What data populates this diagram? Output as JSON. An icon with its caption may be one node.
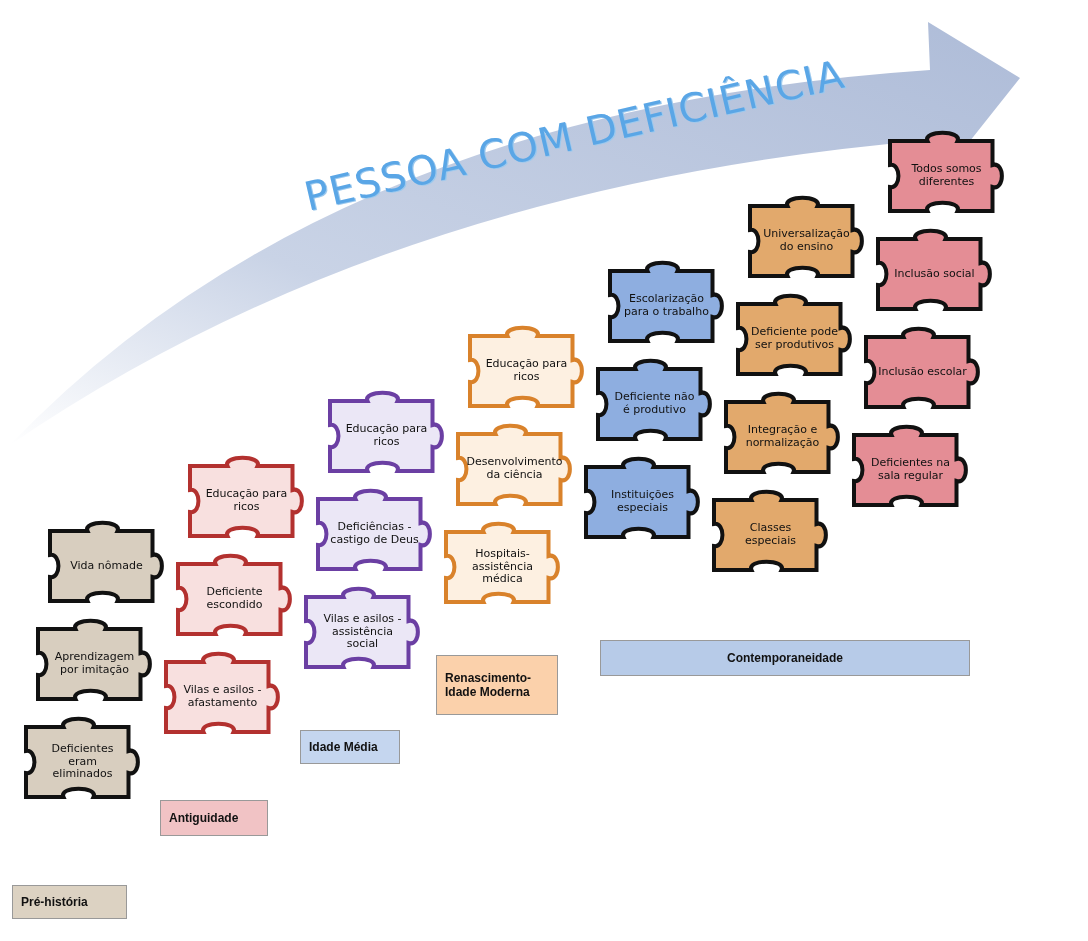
{
  "diagram": {
    "nodes": [
      {
        "text": [
          "PESSOA COM DEFICIÊNCIA"
        ]
      },
      {
        "text": [
          "Vida nômade"
        ]
      },
      {
        "text": [
          "Aprendizagem por imitação"
        ]
      },
      {
        "text": [
          "Deficientes eram eliminados"
        ]
      },
      {
        "text": [
          "Pré-história"
        ]
      },
      {
        "text": [
          "Educação para ricos"
        ]
      },
      {
        "text": [
          "Deficiente escondido"
        ]
      },
      {
        "text": [
          "Vilas e asilos - afastamento"
        ]
      },
      {
        "text": [
          "Antiguidade"
        ]
      },
      {
        "text": [
          "Educação para ricos"
        ]
      },
      {
        "text": [
          "Deficiências - castigo de Deus"
        ]
      },
      {
        "text": [
          "Vilas e asilos - assistência social"
        ]
      },
      {
        "text": [
          "Idade Média"
        ]
      },
      {
        "text": [
          "Educação para ricos"
        ]
      },
      {
        "text": [
          "Desenvolvimento da ciência"
        ]
      },
      {
        "text": [
          "Hospitais- assistência médica"
        ]
      },
      {
        "text": [
          "Renascimento- Idade Moderna"
        ]
      },
      {
        "text": [
          "Escolarização para o trabalho"
        ]
      },
      {
        "text": [
          "Deficiente não é produtivo"
        ]
      },
      {
        "text": [
          "Instituições especiais"
        ]
      },
      {
        "text": [
          "Universalização do ensino"
        ]
      },
      {
        "text": [
          "Deficiente pode ser produtivos"
        ]
      },
      {
        "text": [
          "Integração e normalização"
        ]
      },
      {
        "text": [
          "Classes especiais"
        ]
      },
      {
        "text": [
          "Todos somos diferentes"
        ]
      },
      {
        "text": [
          "Inclusão social"
        ]
      },
      {
        "text": [
          "Inclusão escolar"
        ]
      },
      {
        "text": [
          "Deficientes na sala regular"
        ]
      },
      {
        "text": [
          "Contemporaneidade"
        ]
      }
    ]
  }
}
